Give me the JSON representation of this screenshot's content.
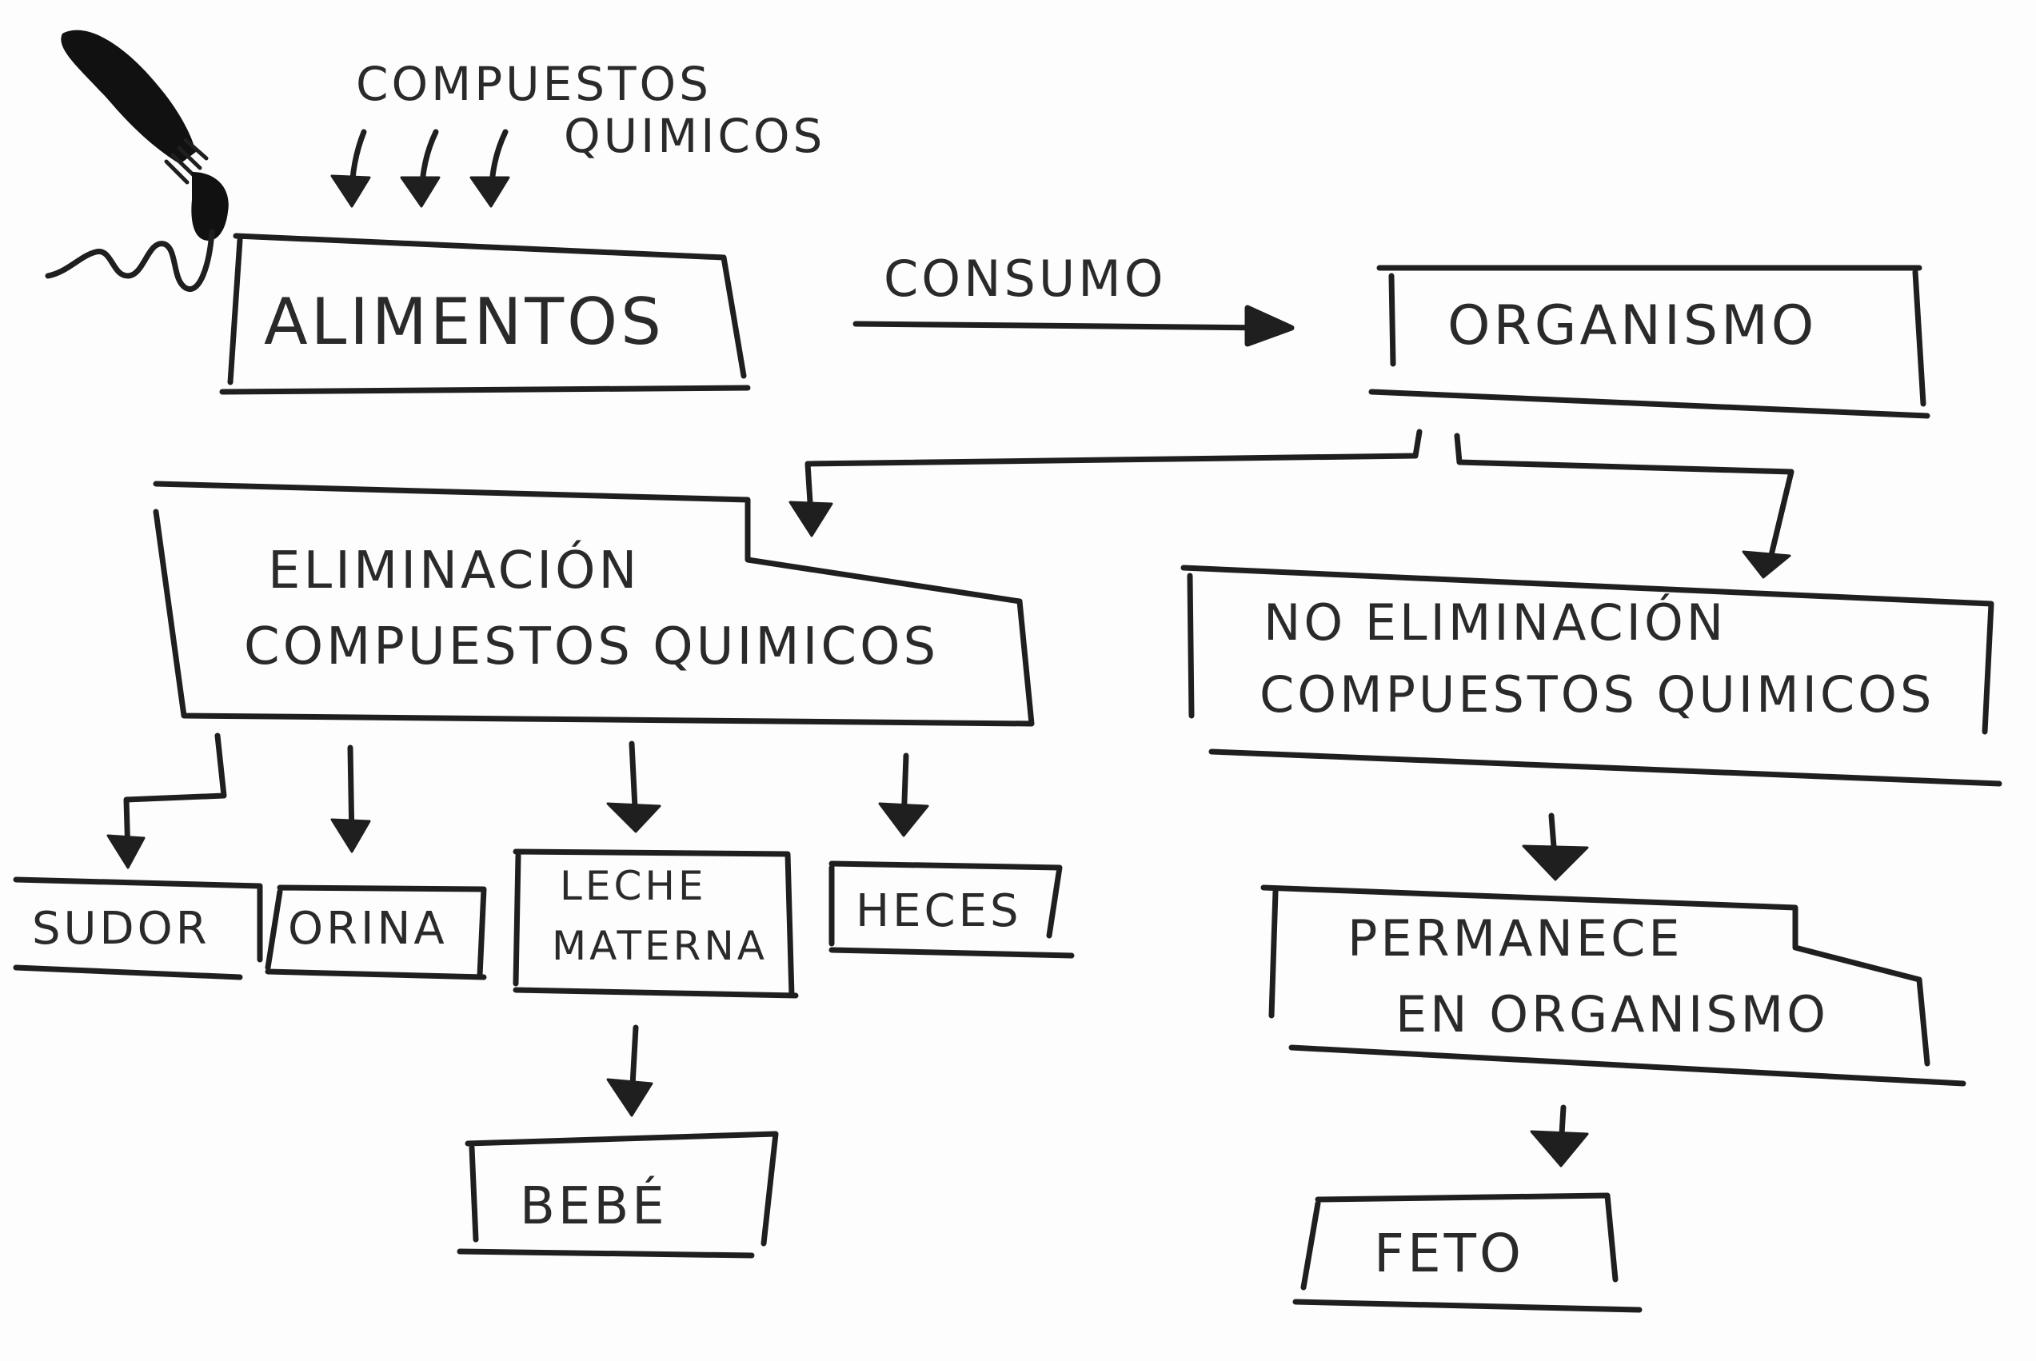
{
  "diagram": {
    "top_label": {
      "line1": "COMPUESTOS",
      "line2": "QUIMICOS"
    },
    "consumo_label": "CONSUMO",
    "nodes": {
      "alimentos": "ALIMENTOS",
      "organismo": "ORGANISMO",
      "eliminacion": {
        "line1": "ELIMINACIÓN",
        "line2": "COMPUESTOS QUIMICOS"
      },
      "no_eliminacion": {
        "line1": "NO ELIMINACIÓN",
        "line2": "COMPUESTOS QUIMICOS"
      },
      "sudor": "SUDOR",
      "orina": "ORINA",
      "leche": {
        "line1": "LECHE",
        "line2": "MATERNA"
      },
      "heces": "HECES",
      "bebe": "BEBÉ",
      "permanece": {
        "line1": "PERMANECE",
        "line2": "EN ORGANISMO"
      },
      "feto": "FETO"
    },
    "colors": {
      "ink": "#1f1f1f",
      "paper": "#fdfdfd"
    },
    "icons": [
      "paintbrush-icon"
    ]
  }
}
